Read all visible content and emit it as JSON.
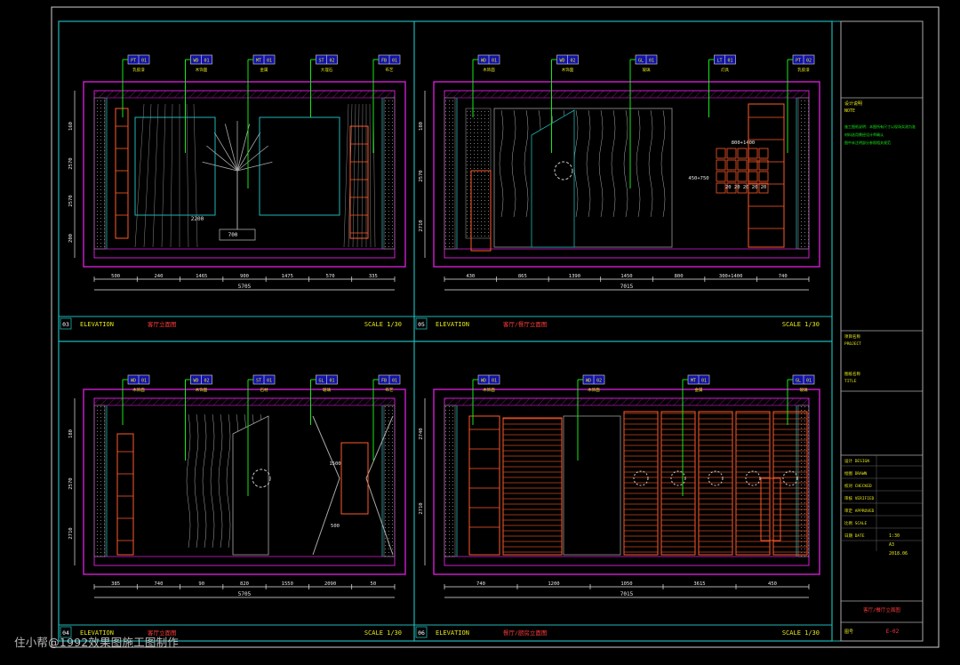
{
  "colors": {
    "background": "#000000",
    "frame": "#1fb6b6",
    "wall": "#d21cd2",
    "cabinet": "#ff5a2a",
    "leader": "#19e619",
    "dimension": "#e8e8e8",
    "tag_fill": "#1111aa",
    "label_yellow": "#e6e61a",
    "title_red": "#ff3b3b"
  },
  "panels": [
    {
      "number": "03",
      "elevation_label": "ELEVATION",
      "room_title": "客厅立面图",
      "scale": "SCALE 1/30",
      "dims_bottom": [
        "500",
        "240",
        "1465",
        "900",
        "1475",
        "570",
        "335"
      ],
      "dims_total": "5705",
      "dims_left": [
        "160",
        "2570",
        "2570",
        "200"
      ],
      "tags": [
        [
          "PT",
          "01"
        ],
        [
          "WD",
          "01"
        ],
        [
          "MT",
          "01"
        ],
        [
          "ST",
          "02"
        ],
        [
          "FB",
          "01"
        ]
      ],
      "tag_texts": [
        "乳胶漆",
        "木饰面",
        "金属",
        "大理石",
        "布艺"
      ],
      "center_label": "700",
      "side_label": "2200"
    },
    {
      "number": "05",
      "elevation_label": "ELEVATION",
      "room_title": "客厅/餐厅立面图",
      "scale": "SCALE 1/30",
      "dims_bottom": [
        "430",
        "865",
        "1390",
        "1450",
        "800",
        "300+1400",
        "740"
      ],
      "dims_total": "7015",
      "dims_left": [
        "180",
        "2570",
        "2710"
      ],
      "tags": [
        [
          "WD",
          "01"
        ],
        [
          "WD",
          "02"
        ],
        [
          "GL",
          "01"
        ],
        [
          "LT",
          "01"
        ],
        [
          "PT",
          "02"
        ]
      ],
      "tag_texts": [
        "木饰面",
        "木饰面",
        "玻璃",
        "灯具",
        "乳胶漆"
      ],
      "center_label": "800+1400",
      "side_label": "450+750",
      "row_label": "20 20 20 20 20"
    },
    {
      "number": "04",
      "elevation_label": "ELEVATION",
      "room_title": "客厅立面图",
      "scale": "SCALE 1/30",
      "dims_bottom": [
        "385",
        "740",
        "90",
        "820",
        "1550",
        "2090",
        "50"
      ],
      "dims_total": "5705",
      "dims_left": [
        "180",
        "2570",
        "2710"
      ],
      "tags": [
        [
          "WD",
          "01"
        ],
        [
          "WD",
          "02"
        ],
        [
          "ST",
          "01"
        ],
        [
          "GL",
          "01"
        ],
        [
          "FB",
          "01"
        ]
      ],
      "tag_texts": [
        "木饰面",
        "木饰面",
        "石材",
        "玻璃",
        "布艺"
      ],
      "side_label": "1500",
      "side_label_b": "500"
    },
    {
      "number": "06",
      "elevation_label": "ELEVATION",
      "room_title": "餐厅/厨房立面图",
      "scale": "SCALE 1/30",
      "dims_bottom": [
        "740",
        "1200",
        "1050",
        "3615",
        "450"
      ],
      "dims_total": "7015",
      "dims_left": [
        "2740",
        "2710"
      ],
      "tags": [
        [
          "WD",
          "01"
        ],
        [
          "WD",
          "02"
        ],
        [
          "MT",
          "01"
        ],
        [
          "GL",
          "01"
        ]
      ],
      "tag_texts": [
        "木饰面",
        "木饰面",
        "金属",
        "玻璃"
      ]
    }
  ],
  "title_block": {
    "rows_top": [
      "设计说明",
      "NOTE"
    ],
    "notes": [
      "施工图纸说明：本图所有尺寸以现场实测为准",
      "材料选用需经设计师确认",
      "图中未注明部分参照相关规范"
    ],
    "mid_labels": [
      "项目名称",
      "PROJECT",
      "图纸名称",
      "TITLE"
    ],
    "table_rows": [
      "设计 DESIGN",
      "绘图 DRAWN",
      "校对 CHECKED",
      "审核 VERIFIED",
      "审定 APPROVED",
      "比例 SCALE",
      "日期 DATE"
    ],
    "values": [
      "1:30",
      "A3",
      "2018.06"
    ],
    "drawing_name": "客厅/餐厅立面图",
    "drawing_no_label": "图号",
    "drawing_no": "E-02"
  },
  "watermark": "住小帮@1992效果图施工图制作"
}
